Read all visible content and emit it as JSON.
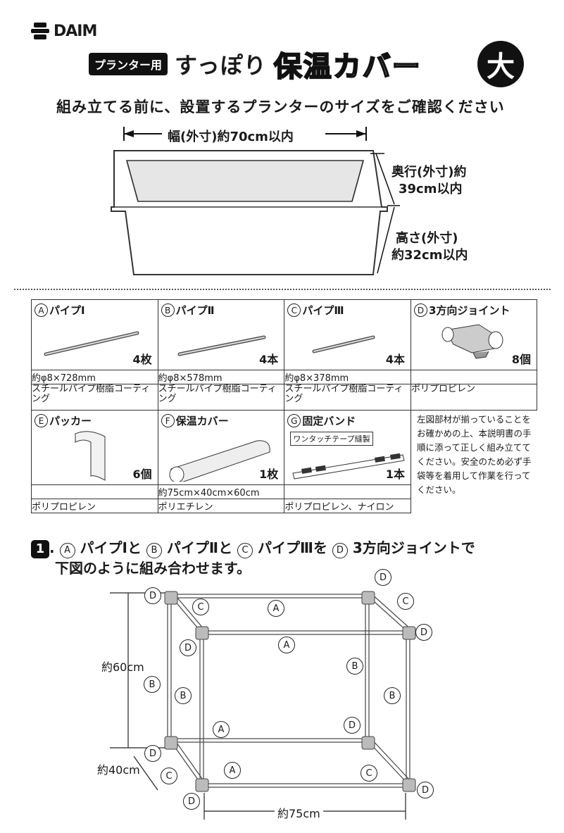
{
  "header": {
    "brand": "DAIM",
    "use_badge": "プランター用",
    "title_main": "すっぽり",
    "title_outline": "保温カバー",
    "size": "大"
  },
  "confirm_text": "組み立てる前に、設置するプランターのサイズをご確認ください",
  "planter_dims": {
    "width": "幅(外寸)約70cm以内",
    "depth_line1": "奥行(外寸)約",
    "depth_line2": "39cm以内",
    "height_line1": "高さ(外寸)",
    "height_line2": "約32cm以内"
  },
  "parts": [
    {
      "id": "A",
      "name": "パイプⅠ",
      "qty": "4枚",
      "spec": "約φ8×728mm",
      "material": "スチールパイプ樹脂コーティング"
    },
    {
      "id": "B",
      "name": "パイプⅡ",
      "qty": "4本",
      "spec": "約φ8×578mm",
      "material": "スチールパイプ樹脂コーティング"
    },
    {
      "id": "C",
      "name": "パイプⅢ",
      "qty": "4本",
      "spec": "約φ8×378mm",
      "material": "スチールパイプ樹脂コーティング"
    },
    {
      "id": "D",
      "name": "3方向ジョイント",
      "qty": "8個",
      "spec": "",
      "material": "ポリプロピレン"
    },
    {
      "id": "E",
      "name": "パッカー",
      "qty": "6個",
      "spec": "",
      "material": "ポリプロピレン"
    },
    {
      "id": "F",
      "name": "保温カバー",
      "qty": "1枚",
      "spec": "約75cm×40cm×60cm",
      "material": "ポリエチレン"
    },
    {
      "id": "G",
      "name": "固定バンド",
      "qty": "1本",
      "spec": "",
      "material": "ポリプロピレン、ナイロン",
      "tape_label": "ワンタッチテープ縫製"
    }
  ],
  "note": "左図部材が揃っていることをお確かめの上、本説明書の手順に添って正しく組み立ててください。安全のため必ず手袋等を着用して作業を行ってください。",
  "step1": {
    "number": "1",
    "line1_parts": [
      "A",
      "パイプⅠと",
      "B",
      "パイプⅡと",
      "C",
      "パイプⅢを",
      "D",
      "3方向ジョイントで"
    ],
    "line2": "下図のように組み合わせます。"
  },
  "diagram": {
    "height_label": "約60cm",
    "depth_label": "約40cm",
    "width_label": "約75cm"
  }
}
